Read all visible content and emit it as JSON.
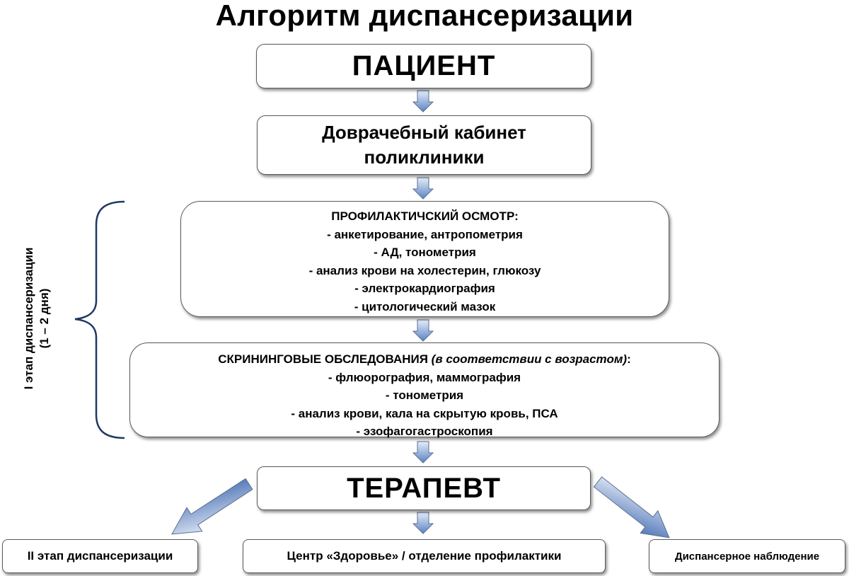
{
  "title": "Алгоритм диспансеризации",
  "patient": "ПАЦИЕНТ",
  "pre_doctor": {
    "line1": "Доврачебный кабинет",
    "line2": "поликлиники"
  },
  "prophylactic": {
    "heading": "ПРОФИЛАКТИЧСКИЙ ОСМОТР",
    "heading_suffix": ":",
    "items": [
      "- анкетирование, антропометрия",
      "- АД, тонометрия",
      "- анализ крови на холестерин, глюкозу",
      "- электрокардиография",
      "- цитологический мазок"
    ]
  },
  "screening": {
    "heading": "СКРИНИНГОВЫЕ ОБСЛЕДОВАНИЯ ",
    "heading_note": "(в соответствии с возрастом)",
    "heading_suffix": ":",
    "items": [
      "- флюорография, маммография",
      "- тонометрия",
      "- анализ крови, кала на скрытую кровь, ПСА",
      "- эзофагогастроскопия"
    ]
  },
  "therapist": "ТЕРАПЕВТ",
  "stage_label": {
    "line1": "I этап диспансеризации",
    "line2": "(1 – 2 дня)"
  },
  "outcomes": [
    "II этап диспансеризации",
    "Центр «Здоровье» / отделение профилактики",
    "Диспансерное наблюдение"
  ],
  "colors": {
    "arrow_light": "#dbe6f5",
    "arrow_dark": "#4a73b8",
    "brace": "#1f3864",
    "box_border": "#5a5a5a"
  }
}
